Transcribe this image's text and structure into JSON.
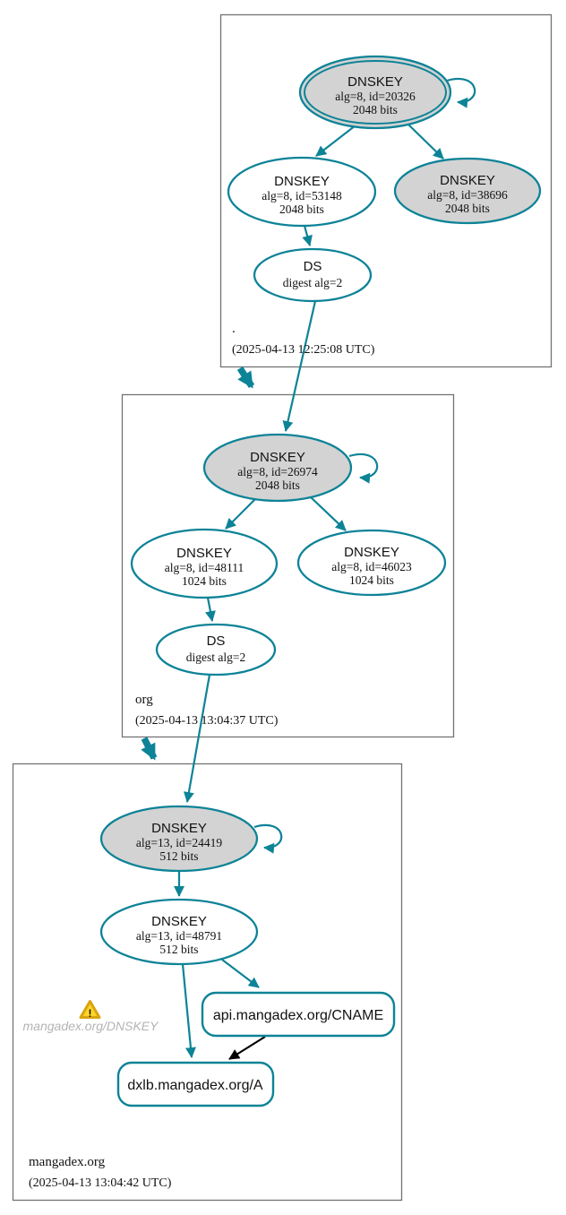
{
  "colors": {
    "secure_teal": "#0d8397",
    "ksk_fill_gray": "#d3d3d3",
    "node_fill_white": "#ffffff",
    "warning_yellow": "#ffd42a",
    "warning_border": "#d9a40f",
    "muted_label_gray": "#b4b4b4",
    "zone_box_border": "#737373",
    "cname_edge_black": "#000000"
  },
  "zones": [
    {
      "name": ".",
      "timestamp": "(2025-04-13 12:25:08 UTC)",
      "nodes": {
        "ksk": {
          "title": "DNSKEY",
          "detail": "alg=8, id=20326",
          "bits": "2048 bits"
        },
        "zsk": {
          "title": "DNSKEY",
          "detail": "alg=8, id=53148",
          "bits": "2048 bits"
        },
        "ksk2": {
          "title": "DNSKEY",
          "detail": "alg=8, id=38696",
          "bits": "2048 bits"
        },
        "ds": {
          "title": "DS",
          "detail": "digest alg=2"
        }
      }
    },
    {
      "name": "org",
      "timestamp": "(2025-04-13 13:04:37 UTC)",
      "nodes": {
        "ksk": {
          "title": "DNSKEY",
          "detail": "alg=8, id=26974",
          "bits": "2048 bits"
        },
        "zsk": {
          "title": "DNSKEY",
          "detail": "alg=8, id=48111",
          "bits": "1024 bits"
        },
        "zsk2": {
          "title": "DNSKEY",
          "detail": "alg=8, id=46023",
          "bits": "1024 bits"
        },
        "ds": {
          "title": "DS",
          "detail": "digest alg=2"
        }
      }
    },
    {
      "name": "mangadex.org",
      "timestamp": "(2025-04-13 13:04:42 UTC)",
      "nodes": {
        "ksk": {
          "title": "DNSKEY",
          "detail": "alg=13, id=24419",
          "bits": "512 bits"
        },
        "zsk": {
          "title": "DNSKEY",
          "detail": "alg=13, id=48791",
          "bits": "512 bits"
        },
        "rrset_cname": {
          "label": "api.mangadex.org/CNAME"
        },
        "rrset_a": {
          "label": "dxlb.mangadex.org/A"
        },
        "warning": {
          "icon": "warning-triangle-icon",
          "exclamation": "!",
          "label": "mangadex.org/DNSKEY"
        }
      }
    }
  ]
}
